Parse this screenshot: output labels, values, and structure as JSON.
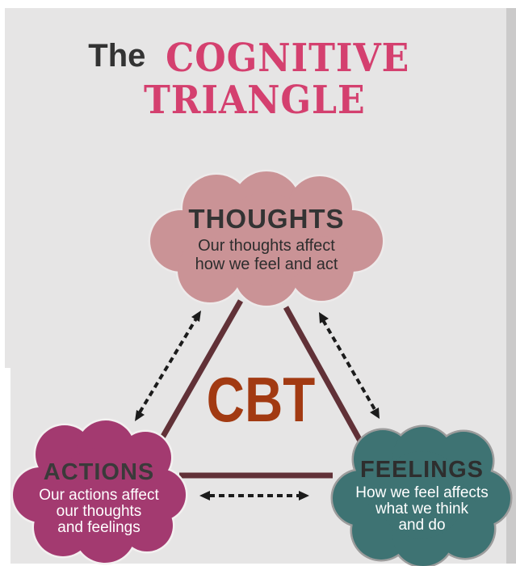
{
  "page": {
    "background": "#ffffff",
    "canvas_bg": "#e6e5e5",
    "right_strip_color": "#cbcaca"
  },
  "title": {
    "prefix": "The",
    "word1": "COGNITIVE",
    "word2": "TRIANGLE",
    "prefix_color": "#333333",
    "main_color": "#d4406f"
  },
  "center_label": {
    "text": "CBT",
    "color": "#a23a12"
  },
  "nodes": {
    "thoughts": {
      "label": "THOUGHTS",
      "description": [
        "Our thoughts affect",
        "how we feel and act"
      ],
      "fill": "#ca9396",
      "outline": "#edeaea",
      "label_color": "#333333",
      "desc_color": "#2d2d2d"
    },
    "actions": {
      "label": "ACTIONS",
      "description": [
        "Our actions affect",
        "our thoughts",
        "and feelings"
      ],
      "fill": "#a33a70",
      "outline": "#f3f0f0",
      "label_color": "#3a3a3a",
      "desc_color": "#ffffff"
    },
    "feelings": {
      "label": "FEELINGS",
      "description": [
        "How we feel affects",
        "what we think",
        "and do"
      ],
      "fill": "#3e7373",
      "outline": "#9c9c9c",
      "label_color": "#2e2e2e",
      "desc_color": "#ffffff"
    }
  },
  "connectors": {
    "triangle_color": "#613137",
    "arrow_color": "#1b1b1b"
  }
}
